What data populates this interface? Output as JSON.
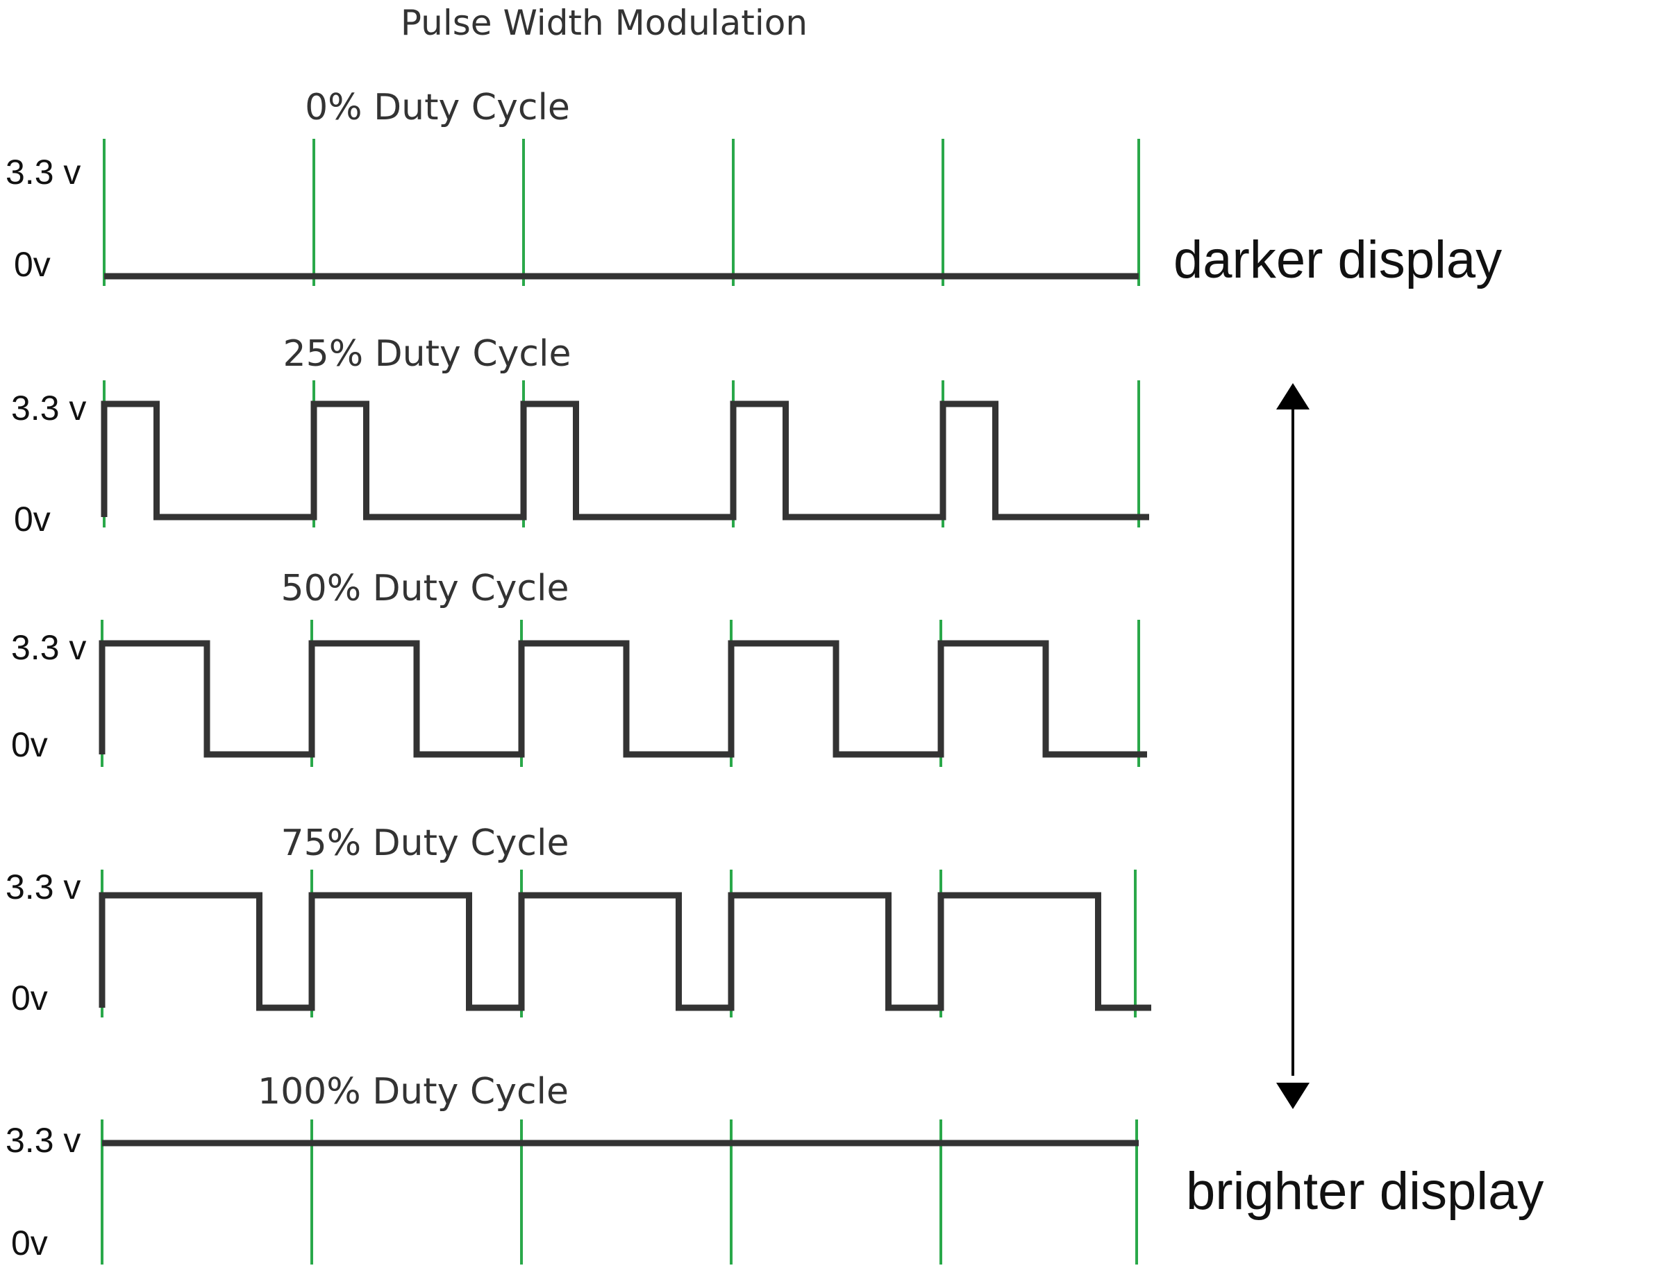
{
  "title": "Pulse Width Modulation",
  "colors": {
    "grid_line": "#2aa84a",
    "signal": "#333333",
    "text": "#111111",
    "title_text": "#333333",
    "arrow": "#000000"
  },
  "chart_data": {
    "type": "line",
    "title": "Pulse Width Modulation",
    "y_levels": [
      "3.3 v",
      "0v"
    ],
    "periods": 5,
    "series": [
      {
        "name": "0% Duty Cycle",
        "duty": 0,
        "high_label": "3.3 v",
        "low_label": "0v"
      },
      {
        "name": "25% Duty Cycle",
        "duty": 0.25,
        "high_label": "3.3 v",
        "low_label": "0v"
      },
      {
        "name": "50% Duty Cycle",
        "duty": 0.5,
        "high_label": "3.3 v",
        "low_label": "0v"
      },
      {
        "name": "75% Duty Cycle",
        "duty": 0.75,
        "high_label": "3.3 v",
        "low_label": "0v"
      },
      {
        "name": "100% Duty Cycle",
        "duty": 1,
        "high_label": "3.3 v",
        "low_label": "0v"
      }
    ]
  },
  "side_labels": {
    "top": "darker display",
    "bottom": "brighter display"
  }
}
